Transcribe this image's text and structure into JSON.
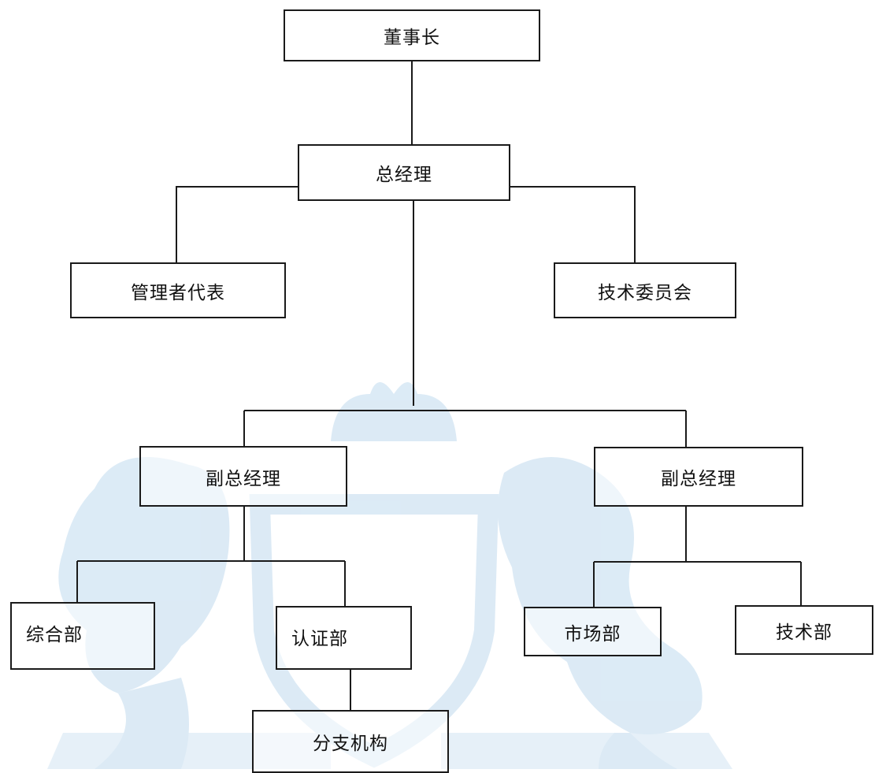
{
  "nodes": {
    "chairman": "董事长",
    "general_manager": "总经理",
    "management_rep": "管理者代表",
    "technical_committee": "技术委员会",
    "deputy_gm_1": "副总经理",
    "deputy_gm_2": "副总经理",
    "general_dept": "综合部",
    "certification_dept": "认证部",
    "marketing_dept": "市场部",
    "technical_dept": "技术部",
    "branch": "分支机构"
  },
  "colors": {
    "line": "#1a1a1a",
    "watermark": "#c9dff0"
  }
}
